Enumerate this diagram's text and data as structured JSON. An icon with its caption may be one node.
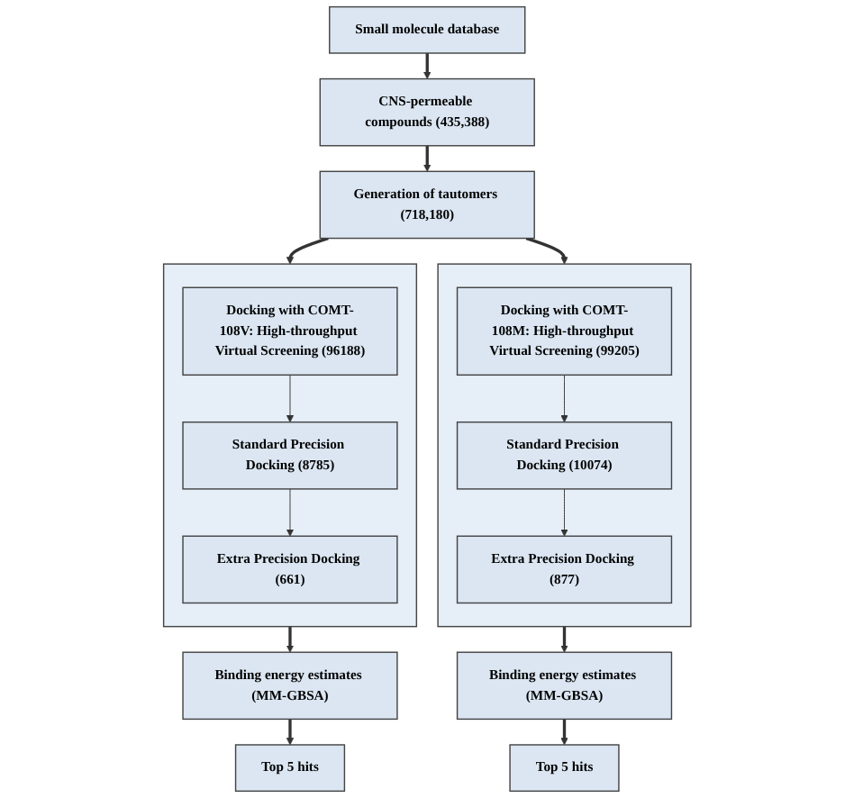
{
  "diagram": {
    "nodes": [
      {
        "text": [
          "Small molecule database"
        ]
      },
      {
        "text": [
          "CNS-permeable compounds (435,388)"
        ]
      },
      {
        "text": [
          "Generation of tautomers (718,180)"
        ]
      },
      {
        "text": [],
        "shape": "box"
      },
      {
        "text": [
          "Docking with COMT-108V: High-throughput Virtual Screening (96188)"
        ],
        "in": 3
      },
      {
        "text": [
          "Standard Precision Docking (8785)"
        ],
        "in": 3
      },
      {
        "text": [
          "Extra Precision Docking (661)"
        ],
        "in": 3
      },
      {
        "text": [],
        "shape": "box"
      },
      {
        "text": [
          "Docking with COMT-108M: High-throughput Virtual Screening (99205)"
        ],
        "in": 7
      },
      {
        "text": [
          "Standard Precision Docking (10074)"
        ],
        "in": 7
      },
      {
        "text": [
          "Extra Precision Docking (877)"
        ],
        "in": 7
      },
      {
        "text": [
          "Binding energy estimates (MM-GBSA)"
        ]
      },
      {
        "text": [
          "Binding energy estimates (MM-GBSA)"
        ]
      },
      {
        "text": [
          "Top 5 hits"
        ]
      },
      {
        "text": [
          "Top 5 hits"
        ]
      }
    ],
    "edges": [
      {
        "from": 0,
        "to": 1,
        "arrow": "to"
      },
      {
        "from": 1,
        "to": 2,
        "arrow": "to"
      },
      {
        "from": 2,
        "to": 3,
        "arrow": "to"
      },
      {
        "from": 2,
        "to": 7,
        "arrow": "to"
      },
      {
        "from": 4,
        "to": 5,
        "arrow": "to"
      },
      {
        "from": 5,
        "to": 6,
        "arrow": "to"
      },
      {
        "from": 8,
        "to": 9,
        "arrow": "to"
      },
      {
        "from": 9,
        "to": 10,
        "arrow": "to"
      },
      {
        "from": 3,
        "to": 11,
        "arrow": "to"
      },
      {
        "from": 7,
        "to": 12,
        "arrow": "to"
      },
      {
        "from": 11,
        "to": 13,
        "arrow": "to"
      },
      {
        "from": 12,
        "to": 14,
        "arrow": "to"
      }
    ]
  }
}
